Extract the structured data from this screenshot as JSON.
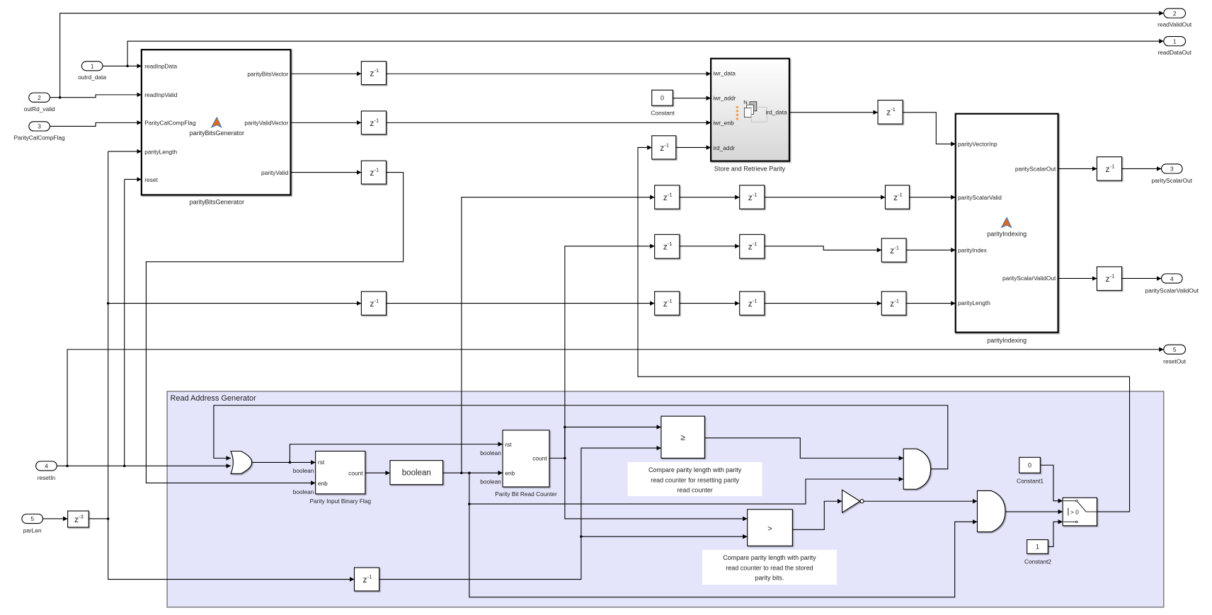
{
  "inports": [
    {
      "number": "1",
      "name": "outrd_data"
    },
    {
      "number": "2",
      "name": "outRd_valid"
    },
    {
      "number": "3",
      "name": "ParityCalCompFlag"
    },
    {
      "number": "4",
      "name": "resetIn"
    },
    {
      "number": "5",
      "name": "parLen"
    }
  ],
  "outports": [
    {
      "number": "2",
      "name": "readValidOut"
    },
    {
      "number": "1",
      "name": "readDataOut"
    },
    {
      "number": "3",
      "name": "parityScalarOut"
    },
    {
      "number": "4",
      "name": "parityScalarValidOut"
    },
    {
      "number": "5",
      "name": "resetOut"
    }
  ],
  "parity_bits_generator": {
    "name": "parityBitsGenerator",
    "inner_name": "parityBitsGenerator",
    "icon": "matlab-function-icon",
    "inputs": [
      "readInpData",
      "readInpValid",
      "ParityCalCompFlag",
      "parityLength",
      "reset"
    ],
    "outputs": [
      "parityBitsVector",
      "parityValidVector",
      "parityValid"
    ]
  },
  "store_retrieve": {
    "name": "Store and Retrieve Parity",
    "inputs": [
      "iwr_data",
      "iwr_addr",
      "iwr_enb",
      "ird_addr"
    ],
    "output": "ird_data",
    "icon": "ram-icon",
    "icon_text": "N"
  },
  "constant": {
    "value": "0",
    "name": "Constant"
  },
  "parity_indexing": {
    "name": "parityIndexing",
    "inner_name": "parityIndexing",
    "icon": "matlab-function-icon",
    "inputs": [
      "parityVectorInp",
      "parityScalarValid",
      "parityIndex",
      "parityLength"
    ],
    "outputs": [
      "parityScalarOut",
      "parityScalarValidOut"
    ]
  },
  "delay_symbol": "z",
  "delays": [
    "-1",
    "-1",
    "-1",
    "-1",
    "-1",
    "-1",
    "-1",
    "-1",
    "-1",
    "-1",
    "-1",
    "-1",
    "-1",
    "-1",
    "-1",
    "-1",
    "-1",
    "-3"
  ],
  "subsystem": {
    "title": "Read Address Generator",
    "binary_flag": {
      "name": "Parity Input Binary Flag",
      "inputs": [
        "rst",
        "enb"
      ],
      "output": "count",
      "input_types": [
        "boolean",
        "boolean"
      ]
    },
    "convert": {
      "label": "boolean"
    },
    "read_counter": {
      "name": "Parity Bit Read Counter",
      "inputs": [
        "rst",
        "enb"
      ],
      "output": "count",
      "input_types": [
        "boolean",
        "boolean"
      ]
    },
    "compare_ge": {
      "operator": "≥",
      "comment": [
        "Compare parity length with parity",
        "read counter for resetting parity",
        "read counter"
      ]
    },
    "compare_gt": {
      "operator": ">",
      "comment": [
        "Compare parity length with parity",
        "read counter to read the stored",
        "parity bits."
      ]
    },
    "constant1": {
      "value": "0",
      "name": "Constant1"
    },
    "constant2": {
      "value": "1",
      "name": "Constant2"
    },
    "switch": {
      "criteria": "> 0"
    },
    "fill_color": "#e4e4fa"
  }
}
